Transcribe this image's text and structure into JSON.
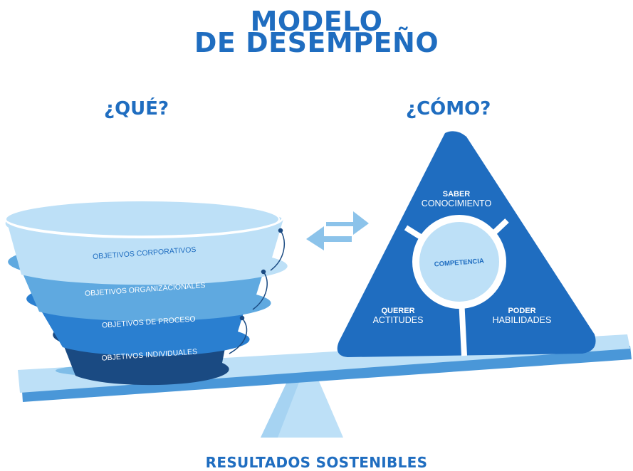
{
  "title": {
    "line1": "MODELO",
    "line2": "DE DESEMPEÑO"
  },
  "sections": {
    "what": "¿QUÉ?",
    "how": "¿CÓMO?"
  },
  "funnel": {
    "levels": [
      "OBJETIVOS CORPORATIVOS",
      "OBJETIVOS ORGANIZACIONALES",
      "OBJETIVOS DE PROCESO",
      "OBJETIVOS INDIVIDUALES"
    ]
  },
  "triangle": {
    "top": {
      "title": "SABER",
      "subtitle": "CONOCIMIENTO"
    },
    "left": {
      "title": "QUERER",
      "subtitle": "ACTITUDES"
    },
    "right": {
      "title": "PODER",
      "subtitle": "HABILIDADES"
    },
    "center": "COMPETENCIA"
  },
  "footer": "RESULTADOS SOSTENIBLES",
  "colors": {
    "primary": "#1f6dc0",
    "dark_blue": "#1a4a82",
    "light_blue": "#bde0f7",
    "mid_blue": "#5fa9e0"
  }
}
